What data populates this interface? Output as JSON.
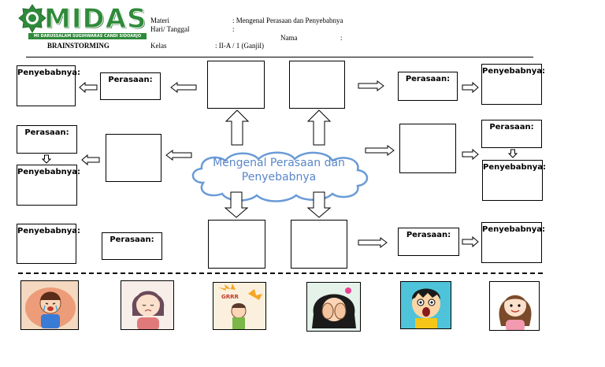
{
  "header": {
    "logo_text": "MIDAS",
    "logo_subtitle": "MI DARUSSALAM SUGIHWARAS CANDI SIDOARJO",
    "materi_label": "Materi",
    "materi_value": ": Mengenal Perasaan dan Penyebabnya",
    "hari_label": "Hari/ Tanggal",
    "hari_value": ":",
    "nama_label": "Nama",
    "nama_value": ":",
    "kelas_label": "Kelas",
    "kelas_value": ": II-A / 1 (Ganjil)",
    "brainstorming": "BRAINSTORMING"
  },
  "labels": {
    "penyebab": "Penyebabnya:",
    "perasaan": "Perasaan:"
  },
  "center": {
    "title": "Mengenal Perasaan dan Penyebabnya"
  },
  "colors": {
    "cloud_stroke": "#6a9bd6",
    "cloud_text": "#5a86c8",
    "logo_green": "#2f8a3a",
    "logo_orange": "#f08a1e"
  },
  "pictures": [
    {
      "icon": "crying-child-icon"
    },
    {
      "icon": "sad-girl-icon"
    },
    {
      "icon": "scared-child-icon"
    },
    {
      "icon": "covering-face-icon"
    },
    {
      "icon": "shocked-boy-icon"
    },
    {
      "icon": "smiling-girl-icon"
    }
  ]
}
